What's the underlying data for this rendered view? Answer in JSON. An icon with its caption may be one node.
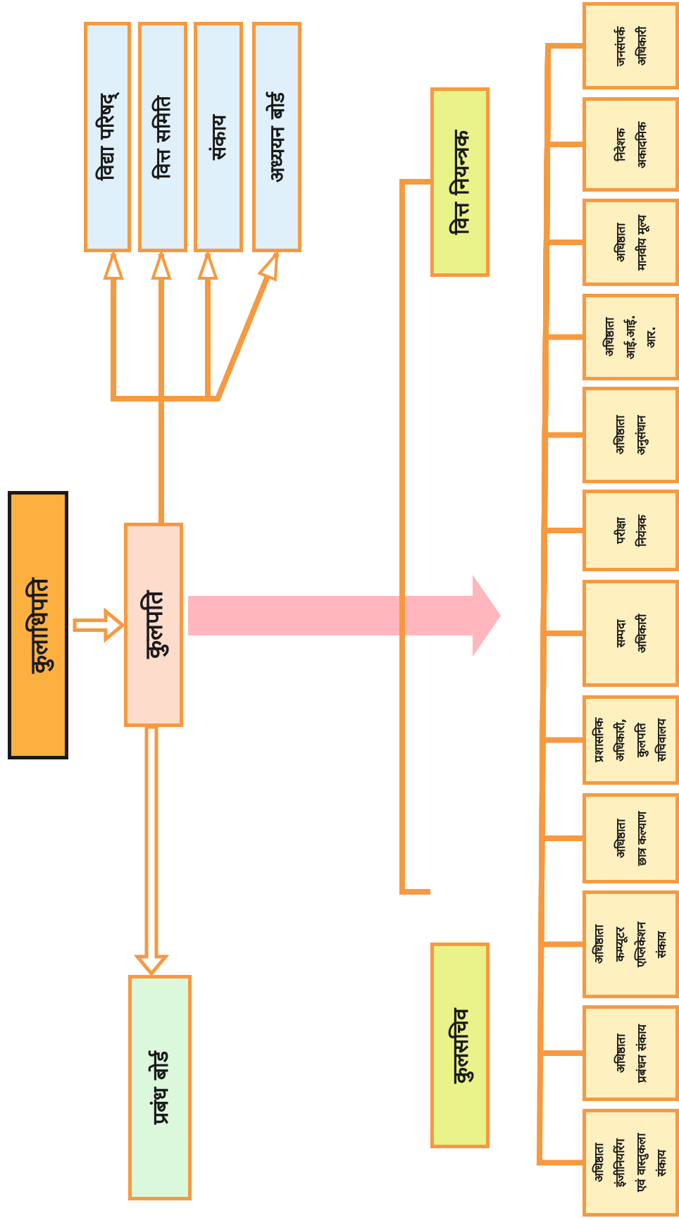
{
  "diagram": {
    "nodes": [
      {
        "text": [
          "कुलाधिपति"
        ]
      },
      {
        "text": [
          "कुलपति"
        ]
      },
      {
        "text": [
          "विद्या परिषद्"
        ]
      },
      {
        "text": [
          "वित्त समिति"
        ]
      },
      {
        "text": [
          "संकाय"
        ]
      },
      {
        "text": [
          "अध्ययन बोर्ड"
        ]
      },
      {
        "text": [
          "प्रबंध बोर्ड"
        ]
      },
      {
        "text": [
          "वित्त नियन्त्रक"
        ]
      },
      {
        "text": [
          "कुलसचिव"
        ]
      },
      {
        "text": [
          "जनसंपर्क अधिकारी"
        ]
      },
      {
        "text": [
          "निदेशक अकादमिक"
        ]
      },
      {
        "text": [
          "अधिष्ठाता मानवीय मूल्य"
        ]
      },
      {
        "text": [
          "अधिष्ठाता आई.आई. आर."
        ]
      },
      {
        "text": [
          "अधिष्ठाता अनुसंधान"
        ]
      },
      {
        "text": [
          "परीक्षा नियंत्रक"
        ]
      },
      {
        "text": [
          "सम्पदा अधिकारी"
        ]
      },
      {
        "text": [
          "प्रशासनिक अधिकारी, कुलपति सचिवालय"
        ]
      },
      {
        "text": [
          "अधिष्ठाता छात्र कल्याण"
        ]
      },
      {
        "text": [
          "अधिष्ठाता कम्प्यूटर एप्लिकेशन संकाय"
        ]
      },
      {
        "text": [
          "अधिष्ठाता प्रबंधन संकाय"
        ]
      },
      {
        "text": [
          "अधिष्ठाता इंजीनियरिंग एवं वास्तुकला संकाय"
        ]
      }
    ],
    "edges": [
      {
        "from": 0,
        "to": 1,
        "arrow": "to"
      },
      {
        "from": 1,
        "to": 2,
        "arrow": "to"
      },
      {
        "from": 1,
        "to": 3,
        "arrow": "to"
      },
      {
        "from": 1,
        "to": 4,
        "arrow": "to"
      },
      {
        "from": 1,
        "to": 5,
        "arrow": "to"
      },
      {
        "from": 1,
        "to": 6,
        "arrow": "to"
      },
      {
        "from": 1,
        "to": null,
        "arrow": "to",
        "style": "thick",
        "color": "#ffb6bc"
      },
      {
        "from": 7,
        "to": 8,
        "arrow": "none"
      },
      {
        "from": null,
        "to": 9,
        "arrow": "none"
      },
      {
        "from": null,
        "to": 10,
        "arrow": "none"
      },
      {
        "from": null,
        "to": 11,
        "arrow": "none"
      },
      {
        "from": null,
        "to": 12,
        "arrow": "none"
      },
      {
        "from": null,
        "to": 13,
        "arrow": "none"
      },
      {
        "from": null,
        "to": 14,
        "arrow": "none"
      },
      {
        "from": null,
        "to": 15,
        "arrow": "none"
      },
      {
        "from": null,
        "to": 16,
        "arrow": "none"
      },
      {
        "from": null,
        "to": 17,
        "arrow": "none"
      },
      {
        "from": null,
        "to": 18,
        "arrow": "none"
      },
      {
        "from": null,
        "to": 19,
        "arrow": "none"
      },
      {
        "from": null,
        "to": 20,
        "arrow": "none"
      }
    ]
  }
}
